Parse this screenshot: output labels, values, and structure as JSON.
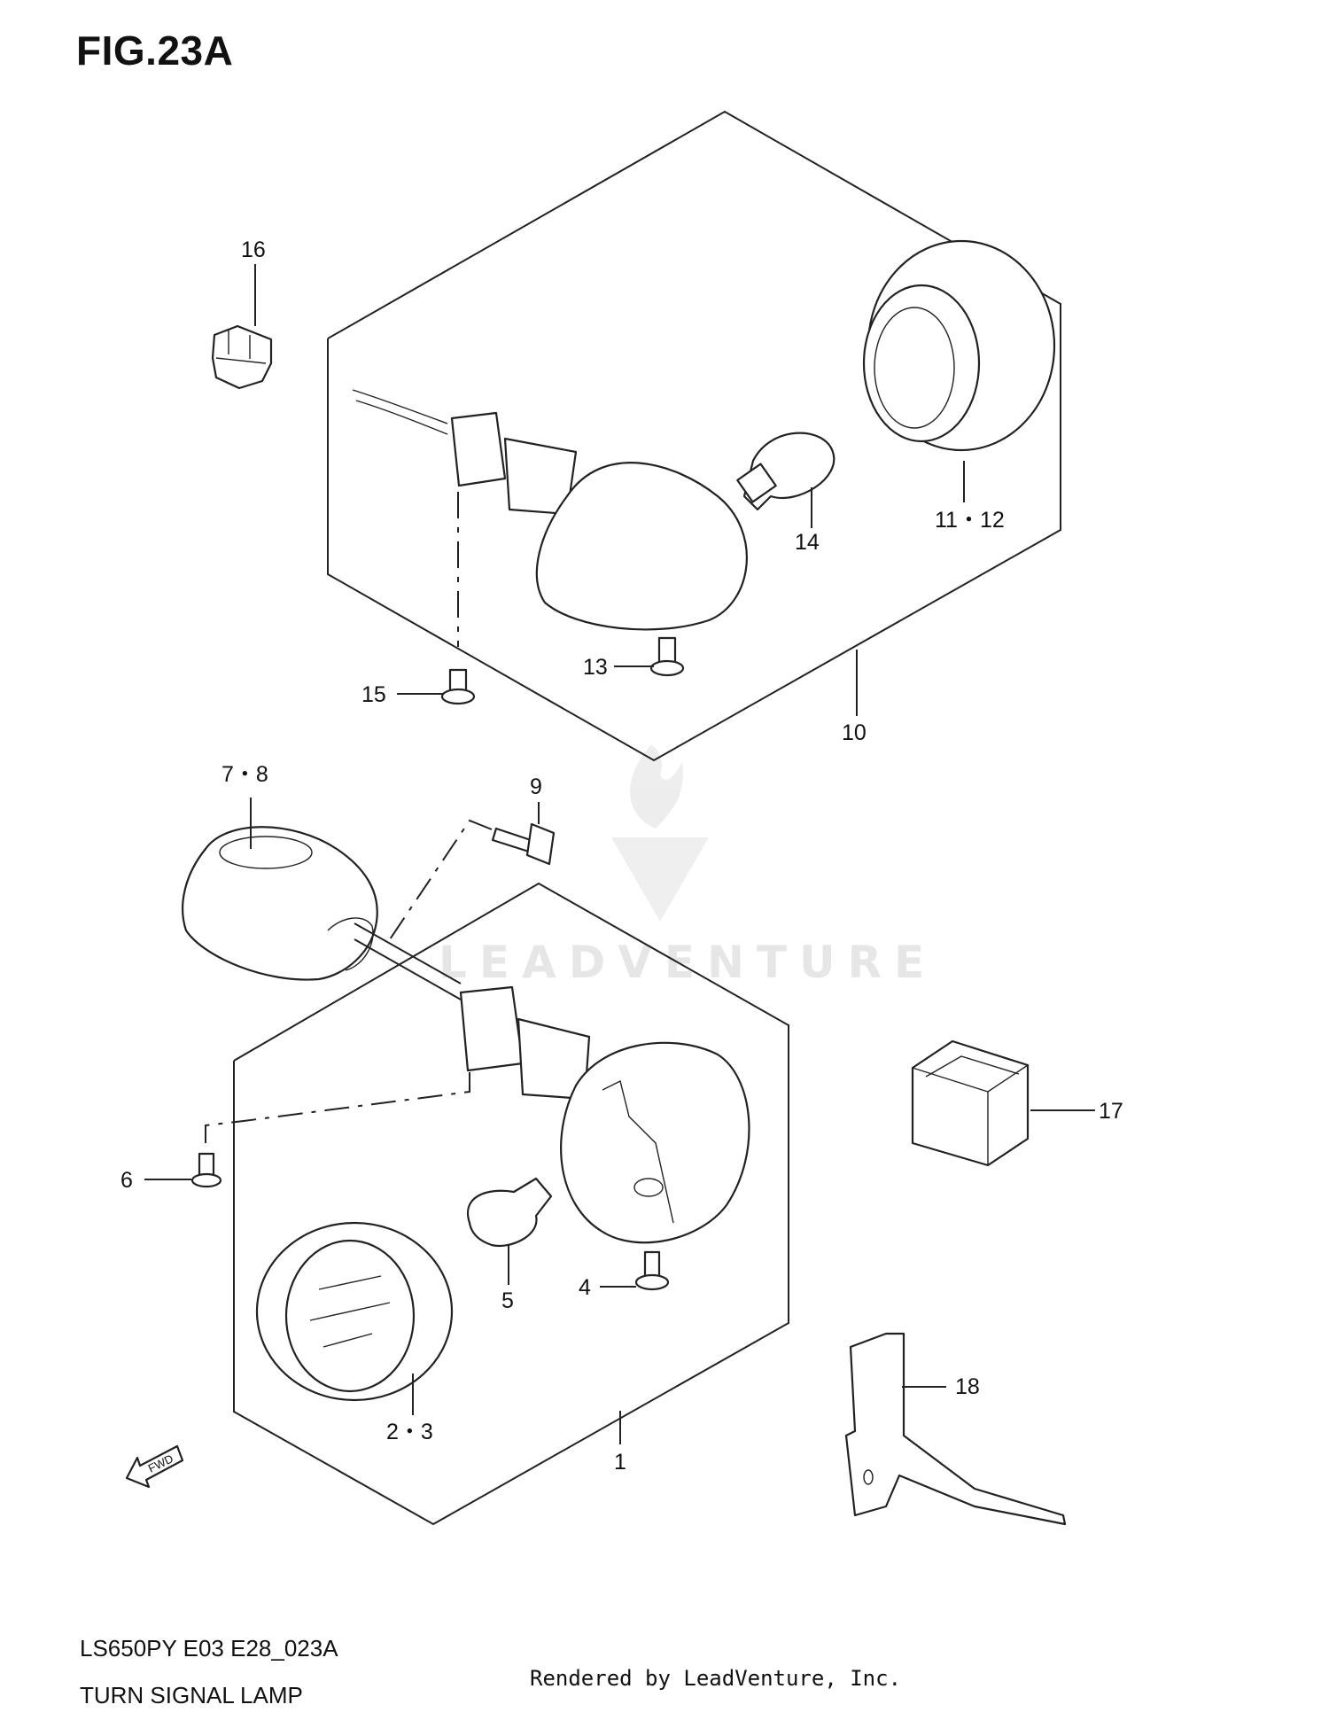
{
  "figure": {
    "title": "FIG.23A",
    "diagram_code": "LS650PY E03 E28_023A",
    "diagram_name": "TURN SIGNAL LAMP",
    "rendered_by": "Rendered by LeadVenture, Inc.",
    "watermark": "LEADVENTURE"
  },
  "callouts": {
    "c1": "1",
    "c2_3": "2・3",
    "c4": "4",
    "c5": "5",
    "c6": "6",
    "c7_8": "7・8",
    "c9": "9",
    "c10": "10",
    "c11_12": "11・12",
    "c13": "13",
    "c14": "14",
    "c15": "15",
    "c16": "16",
    "c17": "17",
    "c18": "18"
  },
  "fwd_label": "FWD"
}
